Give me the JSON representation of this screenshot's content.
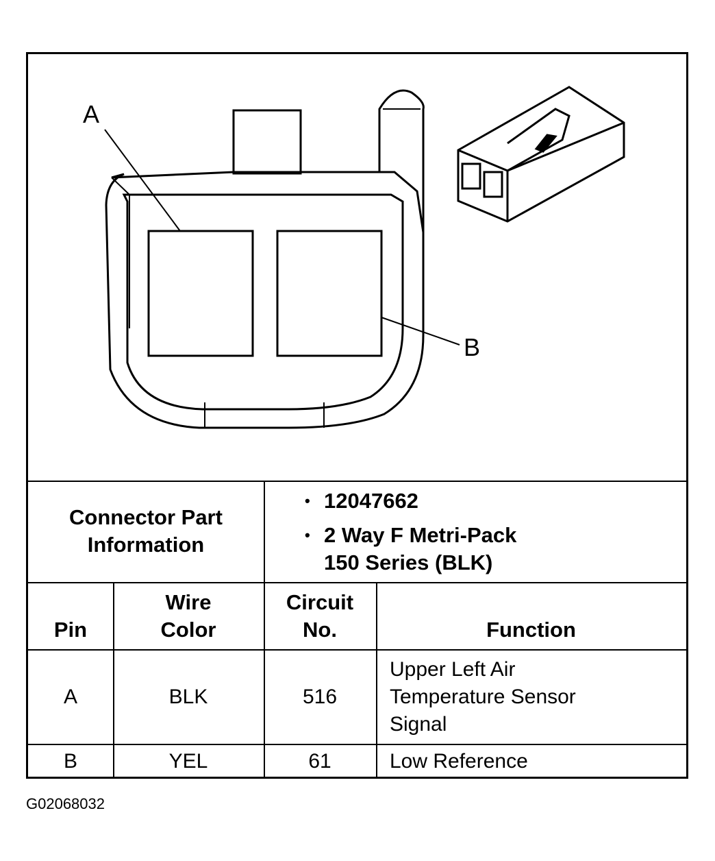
{
  "callouts": {
    "a": "A",
    "b": "B"
  },
  "part_info": {
    "label_line1": "Connector Part",
    "label_line2": "Information",
    "part_number": "12047662",
    "desc_line1": "2 Way F Metri-Pack",
    "desc_line2": "150 Series (BLK)"
  },
  "table": {
    "headers": {
      "pin": "Pin",
      "wire_line1": "Wire",
      "wire_line2": "Color",
      "circuit_line1": "Circuit",
      "circuit_line2": "No.",
      "function": "Function"
    },
    "rows": [
      {
        "pin": "A",
        "wire": "BLK",
        "circuit": "516",
        "function_line1": "Upper Left Air",
        "function_line2": "Temperature Sensor",
        "function_line3": "Signal"
      },
      {
        "pin": "B",
        "wire": "YEL",
        "circuit": "61",
        "function_line1": "Low Reference"
      }
    ]
  },
  "figure_id": "G02068032"
}
